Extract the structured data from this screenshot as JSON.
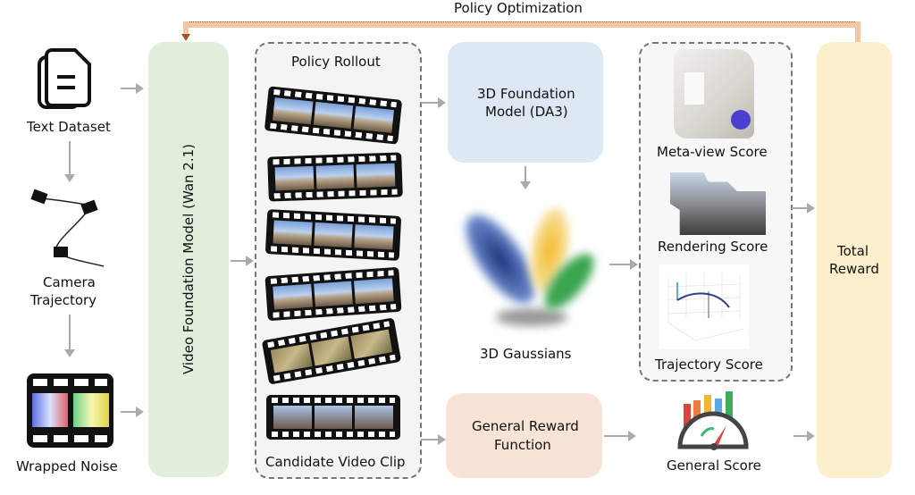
{
  "title_feedback": "Policy Optimization",
  "inputs": {
    "text_dataset": "Text Dataset",
    "camera_trajectory_line1": "Camera",
    "camera_trajectory_line2": "Trajectory",
    "wrapped_noise": "Wrapped Noise"
  },
  "video_model": "Video Foundation Model (Wan 2.1)",
  "rollout": {
    "title": "Policy Rollout",
    "footer": "Candidate Video Clip",
    "clip_count": 6
  },
  "foundation_3d": {
    "line1": "3D Foundation",
    "line2": "Model (DA3)"
  },
  "gaussians": "3D Gaussians",
  "general_reward": {
    "line1": "General Reward",
    "line2": "Function"
  },
  "scores": {
    "meta_view": "Meta-view Score",
    "rendering": "Rendering Score",
    "trajectory": "Trajectory Score",
    "general": "General Score"
  },
  "total_reward": {
    "line1": "Total",
    "line2": "Reward"
  },
  "colors": {
    "video_model_bg": "#e2eedb",
    "foundation_bg": "#dde8f4",
    "general_reward_bg": "#f8e4d6",
    "total_reward_bg": "#fcf0cc",
    "feedback_line": "#f2c7a5",
    "feedback_arrow": "#a0522d"
  }
}
